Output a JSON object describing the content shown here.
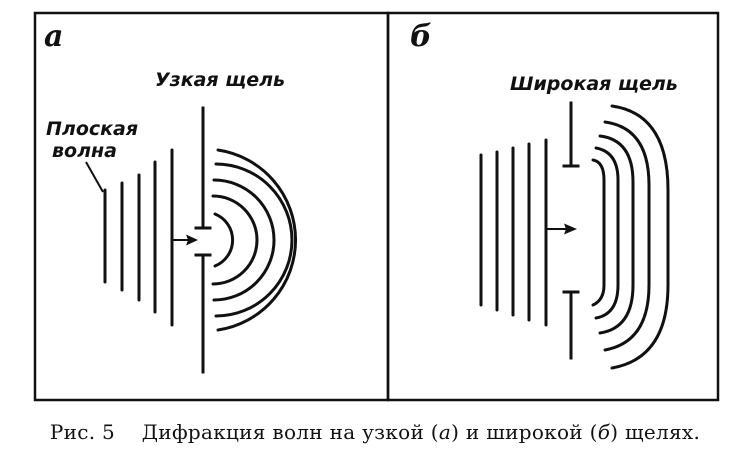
{
  "panel_a": {
    "letter": "а",
    "slit_label": "Узкая щель",
    "wave_label_line1": "Плоская",
    "wave_label_line2": "волна"
  },
  "panel_b": {
    "letter": "б",
    "slit_label": "Широкая щель"
  },
  "caption": {
    "prefix": "Рис. 5",
    "text_part1": "Дифракция волн на узкой (",
    "label_a": "а",
    "text_part2": ") и широкой (",
    "label_b": "б",
    "text_part3": ") щелях."
  },
  "colors": {
    "ink": "#111111",
    "background": "#ffffff"
  }
}
